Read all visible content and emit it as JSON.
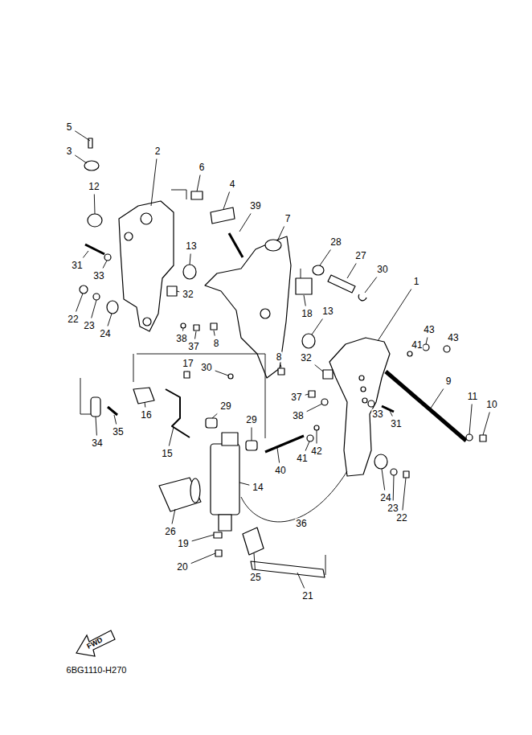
{
  "diagram": {
    "labels": [
      "5",
      "3",
      "2",
      "6",
      "4",
      "39",
      "12",
      "7",
      "28",
      "27",
      "30",
      "1",
      "31",
      "33",
      "13",
      "32",
      "22",
      "23",
      "24",
      "13",
      "18",
      "43",
      "43",
      "41",
      "38",
      "37",
      "8",
      "17",
      "30",
      "8",
      "32",
      "9",
      "11",
      "10",
      "16",
      "35",
      "34",
      "15",
      "29",
      "29",
      "37",
      "38",
      "33",
      "31",
      "41",
      "42",
      "40",
      "24",
      "23",
      "22",
      "14",
      "26",
      "36",
      "19",
      "20",
      "25",
      "21",
      "FWD",
      "6BG1110-H270"
    ]
  }
}
